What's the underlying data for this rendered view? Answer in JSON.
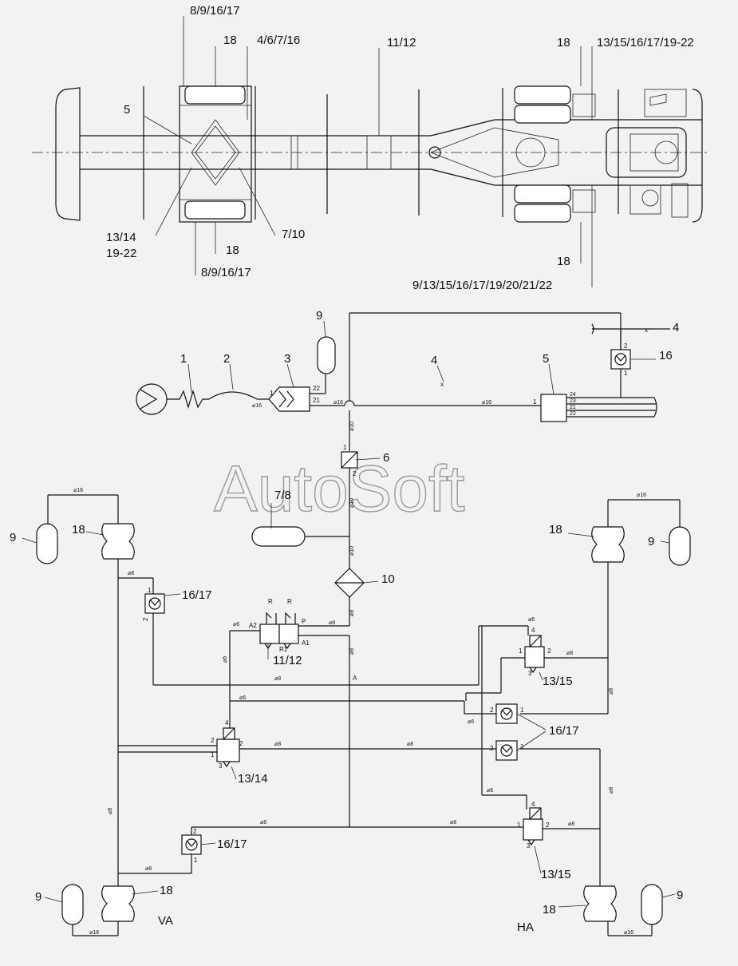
{
  "watermark": "AutoSoft",
  "chassis_labels": {
    "l_8_9_16_17_top": "8/9/16/17",
    "l_18_top": "18",
    "l_4_6_7_16": "4/6/7/16",
    "l_11_12": "11/12",
    "l_18_top_right": "18",
    "l_13_15_16_17_19_22": "13/15/16/17/19-22",
    "l_5": "5",
    "l_13_14": "13/14",
    "l_19_22": "19-22",
    "l_7_10": "7/10",
    "l_18_bottom": "18",
    "l_8_9_16_17_bottom": "8/9/16/17",
    "l_18_bottom_right": "18",
    "l_9_13_22": "9/13/15/16/17/19/20/21/22"
  },
  "component_labels": {
    "c1": "1",
    "c2": "2",
    "c3": "3",
    "c9_top": "9",
    "c4_mid": "4",
    "c5": "5",
    "c4_right": "4",
    "c16_top": "16",
    "c6": "6",
    "c7_8": "7/8",
    "c10": "10",
    "c9_left": "9",
    "c18_left_top": "18",
    "c16_17_left_top": "16/17",
    "c11_12": "11/12",
    "c13_14": "13/14",
    "c16_17_left_bottom": "16/17",
    "c9_left_bottom": "9",
    "c18_left_bottom": "18",
    "va": "VA",
    "c18_right_top": "18",
    "c9_right_top": "9",
    "c13_15_top": "13/15",
    "c16_17_right": "16/17",
    "c13_15_bottom": "13/15",
    "c18_right_bottom": "18",
    "c9_right_bottom": "9",
    "ha": "HA"
  },
  "pipe_labels": {
    "d16": "⌀16",
    "d10": "⌀10",
    "d8": "⌀8",
    "d6": "⌀6"
  },
  "port_labels": {
    "p1": "1",
    "p2": "2",
    "p3": "3",
    "p4": "4",
    "p21": "21",
    "p22": "22",
    "p23": "23",
    "p24": "24",
    "pA": "A",
    "pA1": "A1",
    "pA2": "A2",
    "pP": "P",
    "pR": "R",
    "pR1": "R1"
  }
}
